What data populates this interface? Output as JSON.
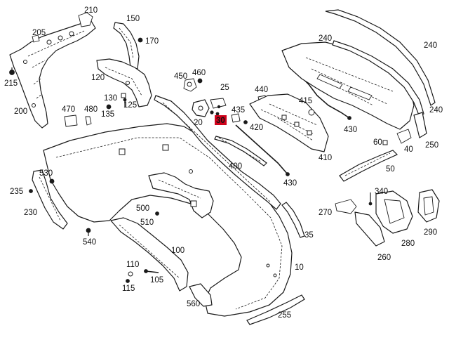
{
  "diagram": {
    "accent_highlight": "#d0021b",
    "highlighted_part": "30",
    "callouts": {
      "c210": "210",
      "c150": "150",
      "c205": "205",
      "c170": "170",
      "c215": "215",
      "c200": "200",
      "c120": "120",
      "c130": "130",
      "c125": "125",
      "c135": "135",
      "c470": "470",
      "c480": "480",
      "c450": "450",
      "c460": "460",
      "c25": "25",
      "c20": "20",
      "c30": "30",
      "c435": "435",
      "c440": "440",
      "c415": "415",
      "c420": "420",
      "c240a": "240",
      "c240b": "240",
      "c240c": "240",
      "c430a": "430",
      "c430b": "430",
      "c410": "410",
      "c400": "400",
      "c60": "60",
      "c40": "40",
      "c250": "250",
      "c50": "50",
      "c530": "530",
      "c235": "235",
      "c230": "230",
      "c540": "540",
      "c500": "500",
      "c510": "510",
      "c100": "100",
      "c110": "110",
      "c105": "105",
      "c115": "115",
      "c560": "560",
      "c255": "255",
      "c10": "10",
      "c35": "35",
      "c340": "340",
      "c270": "270",
      "c290": "290",
      "c280": "280",
      "c260": "260"
    }
  }
}
